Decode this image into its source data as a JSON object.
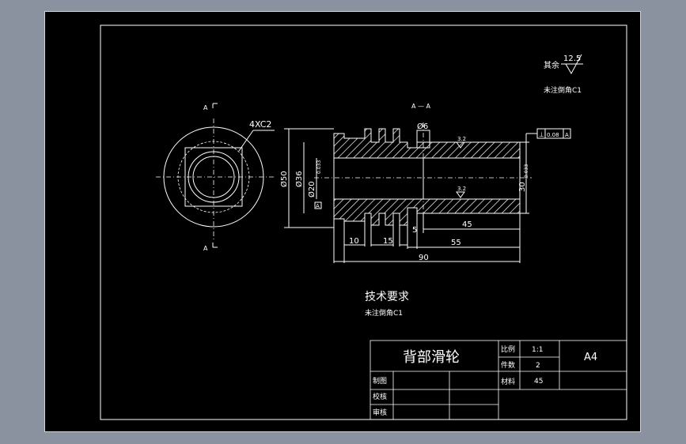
{
  "roughness_note": {
    "prefix": "其余",
    "value": "12.5"
  },
  "top_note": "未注倒角C1",
  "section_label": "A — A",
  "end_view": {
    "label_top": "A",
    "label_bottom": "A",
    "chamfer": "4XC2"
  },
  "dims": {
    "d50": "Ø50",
    "d36": "Ø36",
    "d20": "Ø20",
    "d20_tol": "0.033",
    "d6": "Ø6",
    "l30": "30",
    "l30_tol": "0.033",
    "rough_top": "3.2",
    "rough_bot": "3.2",
    "tol_frame": {
      "sym": "⊥",
      "value": "0.08",
      "datum": "A"
    },
    "datum_mark": "A",
    "l10": "10",
    "l15": "15",
    "l5": "5",
    "l45": "45",
    "l55": "55",
    "l90": "90"
  },
  "tech_req": {
    "title": "技术要求",
    "line": "未注倒角C1"
  },
  "title_block": {
    "part_name": "背部滑轮",
    "scale_label": "比例",
    "scale_value": "1:1",
    "qty_label": "件数",
    "qty_value": "2",
    "material_label": "材料",
    "material_value": "45",
    "format": "A4",
    "drawn": "制图",
    "checked": "校核",
    "reviewed": "审核"
  }
}
